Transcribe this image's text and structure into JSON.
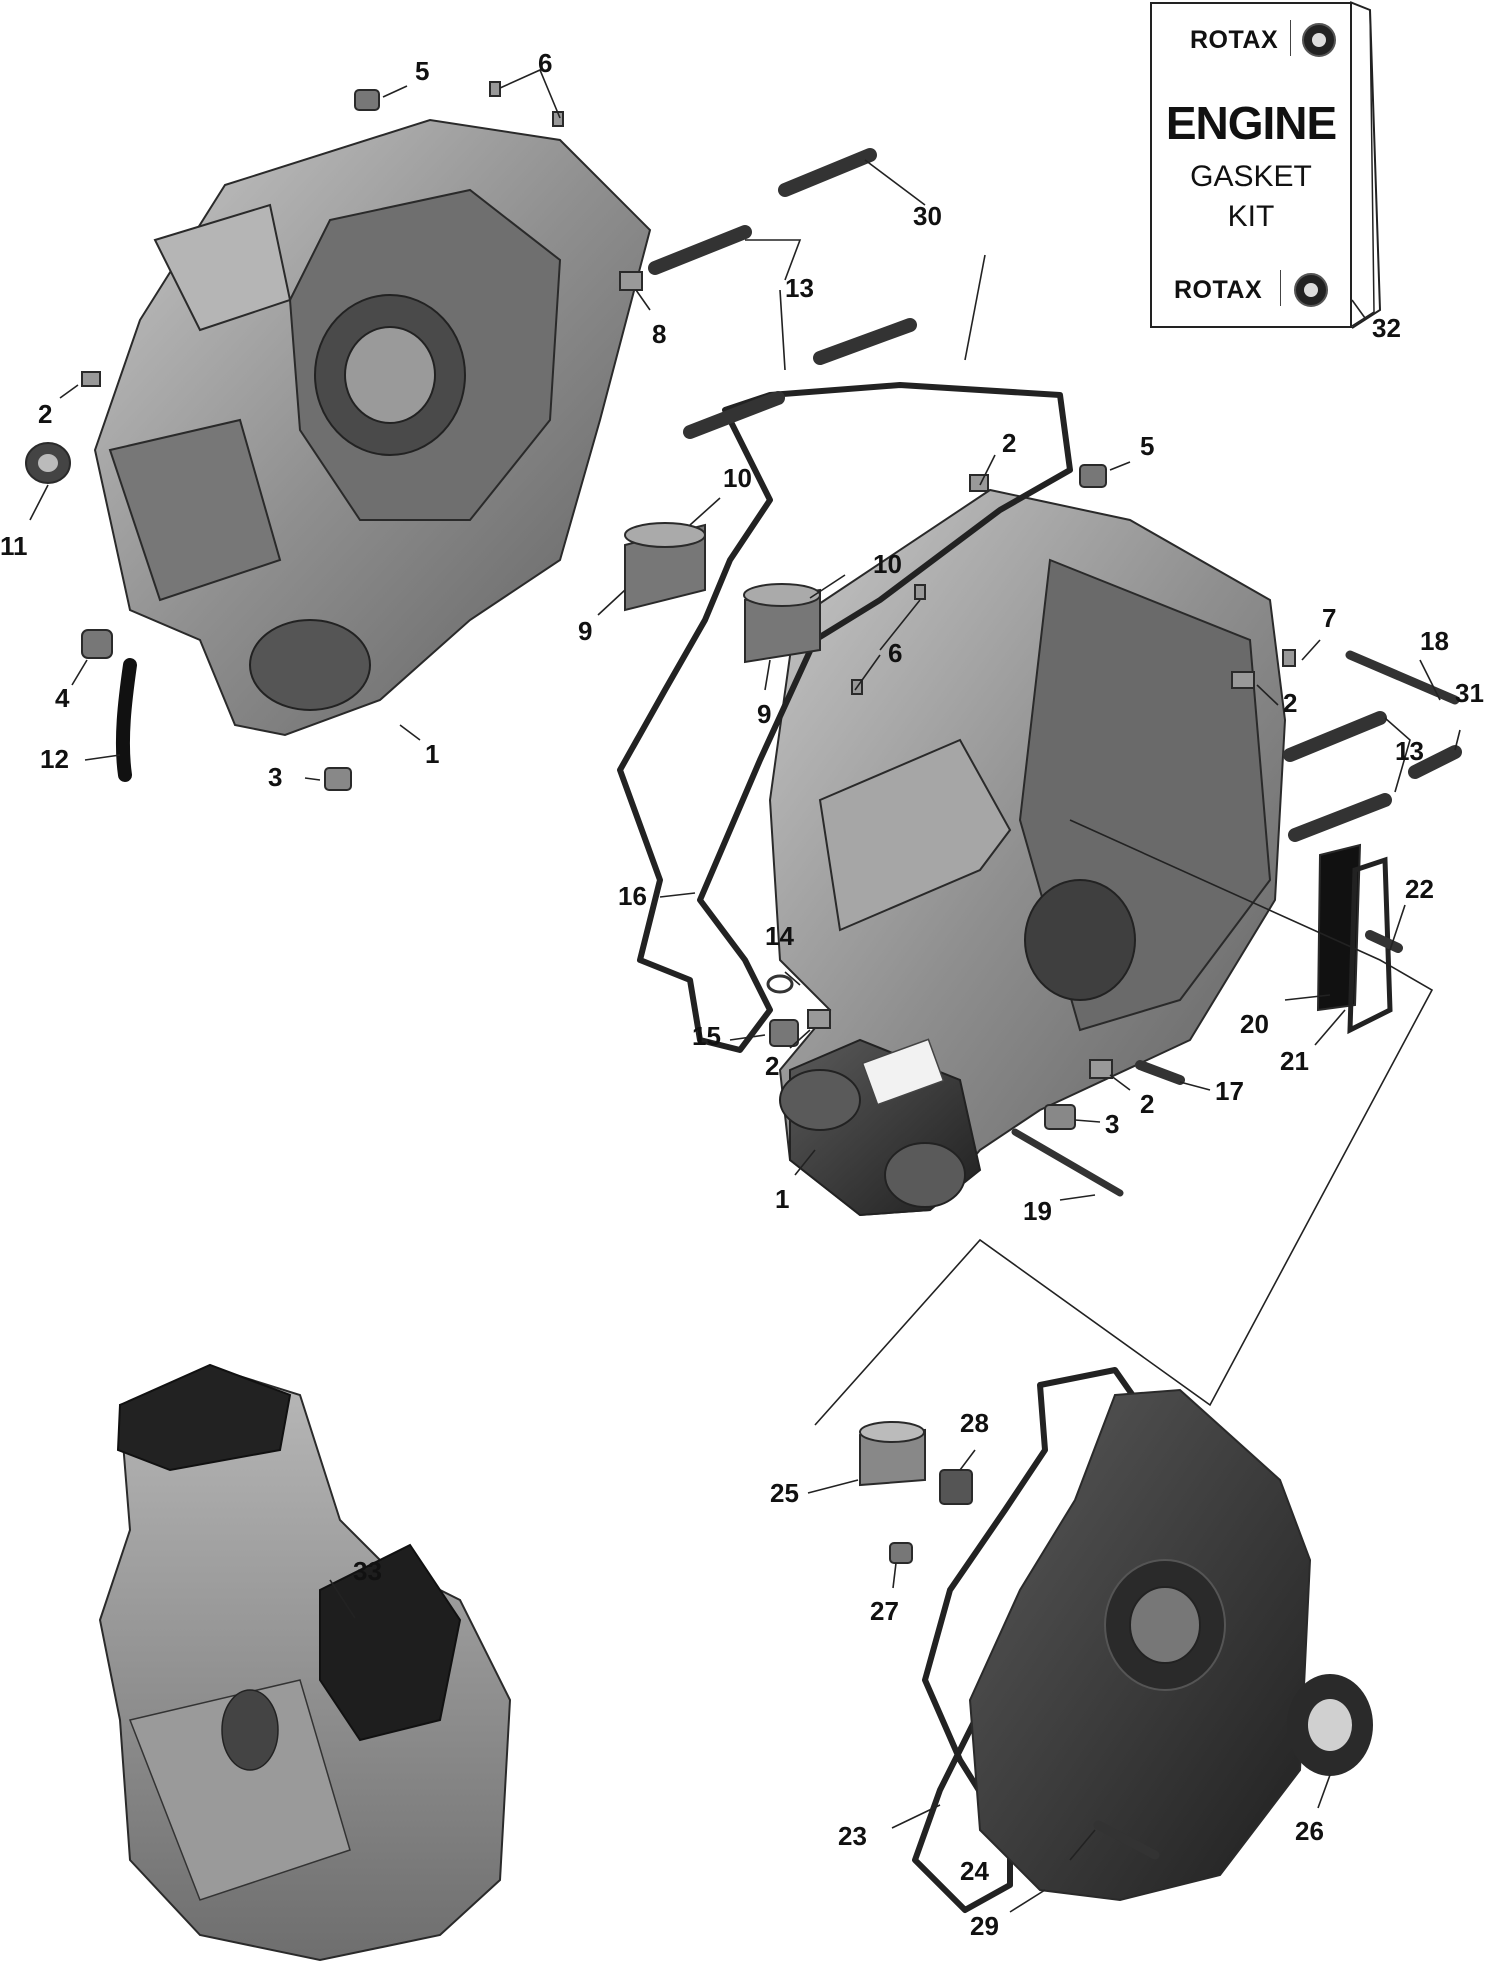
{
  "gasket_kit": {
    "brand_top": "ROTAX",
    "brand_bottom": "ROTAX",
    "title_line1": "ENGINE",
    "title_line2": "GASKET",
    "title_line3": "KIT",
    "logo_icon": "brp-logo-icon"
  },
  "callouts": {
    "c1a": "1",
    "c1b": "1",
    "c2a": "2",
    "c2b": "2",
    "c2c": "2",
    "c2d": "2",
    "c2e": "2",
    "c3a": "3",
    "c3b": "3",
    "c4": "4",
    "c5a": "5",
    "c5b": "5",
    "c6a": "6",
    "c6b": "6",
    "c7": "7",
    "c8": "8",
    "c9a": "9",
    "c9b": "9",
    "c10a": "10",
    "c10b": "10",
    "c11": "11",
    "c12": "12",
    "c13a": "13",
    "c13b": "13",
    "c14": "14",
    "c15": "15",
    "c16": "16",
    "c17": "17",
    "c18": "18",
    "c19": "19",
    "c20": "20",
    "c21": "21",
    "c22": "22",
    "c23": "23",
    "c24": "24",
    "c25": "25",
    "c26": "26",
    "c27": "27",
    "c28": "28",
    "c29": "29",
    "c30": "30",
    "c31": "31",
    "c32": "32",
    "c33": "33"
  },
  "colors": {
    "part_fill": "#8c8c8c",
    "part_dark": "#3a3a3a",
    "part_light": "#c4c4c4",
    "line": "#222222"
  }
}
